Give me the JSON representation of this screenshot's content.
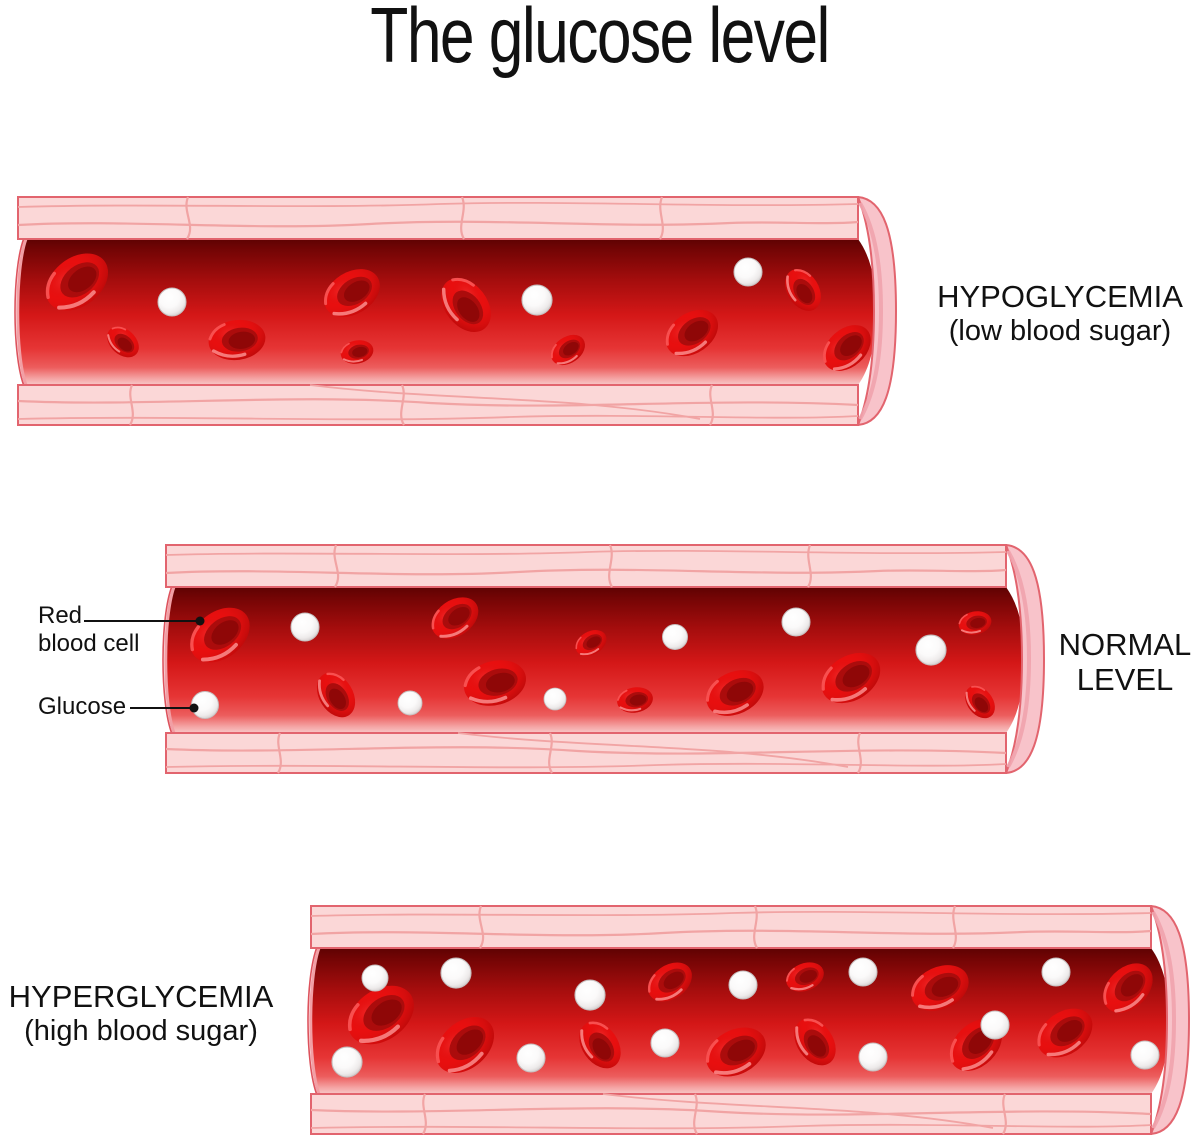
{
  "title": "The glucose level",
  "labels": {
    "hypoglycemia": {
      "line1": "HYPOGLYCEMIA",
      "line2": "(low blood sugar)"
    },
    "normal": {
      "line1": "NORMAL",
      "line2": "LEVEL"
    },
    "hyperglycemia": {
      "line1": "HYPERGLYCEMIA",
      "line2": "(high blood sugar)"
    },
    "red_blood_cell": {
      "line1": "Red",
      "line2": "blood cell"
    },
    "glucose": "Glucose"
  },
  "colors": {
    "background": "#ffffff",
    "wall_fill": "#fbd7d7",
    "wall_seam": "#f1a4a4",
    "wall_border": "#e2646e",
    "lumen_dark": "#5e0202",
    "lumen_bright": "#d41717",
    "lumen_light": "#f8c7c7",
    "rbc_rim": "#e80f0f",
    "rbc_center": "#8f0707",
    "glucose_sphere": "#f4f1f1",
    "text": "#111111"
  },
  "vessels": [
    {
      "name": "hypoglycemia-vessel",
      "condition": "HYPOGLYCEMIA",
      "glucose_count": 3,
      "rbc_count": 10,
      "rbc": [
        [
          67,
          87,
          -38,
          1.15
        ],
        [
          113,
          147,
          42,
          0.6
        ],
        [
          227,
          145,
          -8,
          0.95
        ],
        [
          342,
          98,
          -32,
          1.0
        ],
        [
          347,
          157,
          -12,
          0.55
        ],
        [
          456,
          110,
          52,
          1.0
        ],
        [
          558,
          155,
          -35,
          0.62
        ],
        [
          682,
          138,
          -35,
          0.95
        ],
        [
          793,
          95,
          58,
          0.75
        ],
        [
          837,
          153,
          -42,
          0.9
        ]
      ],
      "glucose": [
        [
          162,
          107,
          14
        ],
        [
          527,
          105,
          15
        ],
        [
          738,
          77,
          14
        ]
      ]
    },
    {
      "name": "normal-vessel",
      "condition": "NORMAL LEVEL",
      "glucose_count": 7,
      "rbc_count": 10,
      "rbc": [
        [
          62,
          92,
          -38,
          1.1
        ],
        [
          178,
          152,
          58,
          0.8
        ],
        [
          297,
          75,
          -35,
          0.85
        ],
        [
          337,
          140,
          -15,
          1.05
        ],
        [
          433,
          100,
          -30,
          0.55
        ],
        [
          477,
          157,
          -10,
          0.6
        ],
        [
          577,
          150,
          -25,
          1.0
        ],
        [
          693,
          135,
          -32,
          1.05
        ],
        [
          817,
          80,
          -12,
          0.55
        ],
        [
          822,
          159,
          52,
          0.6
        ]
      ],
      "glucose": [
        [
          147,
          84,
          14
        ],
        [
          47,
          162,
          13.5
        ],
        [
          252,
          160,
          12
        ],
        [
          397,
          156,
          11
        ],
        [
          517,
          94,
          12.5
        ],
        [
          638,
          79,
          14
        ],
        [
          773,
          107,
          15
        ]
      ]
    },
    {
      "name": "hyperglycemia-vessel",
      "condition": "HYPERGLYCEMIA",
      "glucose_count": 12,
      "rbc_count": 11,
      "rbc": [
        [
          78,
          111,
          -35,
          1.2
        ],
        [
          162,
          141,
          -42,
          1.1
        ],
        [
          297,
          141,
          55,
          0.85
        ],
        [
          367,
          78,
          -35,
          0.8
        ],
        [
          433,
          148,
          -28,
          1.05
        ],
        [
          502,
          73,
          -22,
          0.65
        ],
        [
          637,
          84,
          -25,
          1.0
        ],
        [
          512,
          138,
          55,
          0.85
        ],
        [
          673,
          141,
          -45,
          1.0
        ],
        [
          762,
          129,
          -35,
          1.0
        ],
        [
          825,
          84,
          -45,
          0.95
        ]
      ],
      "glucose": [
        [
          72,
          74,
          13
        ],
        [
          153,
          69,
          15
        ],
        [
          44,
          158,
          15
        ],
        [
          228,
          154,
          14
        ],
        [
          287,
          91,
          15
        ],
        [
          362,
          139,
          14
        ],
        [
          440,
          81,
          14
        ],
        [
          560,
          68,
          14
        ],
        [
          570,
          153,
          14
        ],
        [
          692,
          121,
          14
        ],
        [
          753,
          68,
          14
        ],
        [
          842,
          151,
          14
        ]
      ]
    }
  ]
}
